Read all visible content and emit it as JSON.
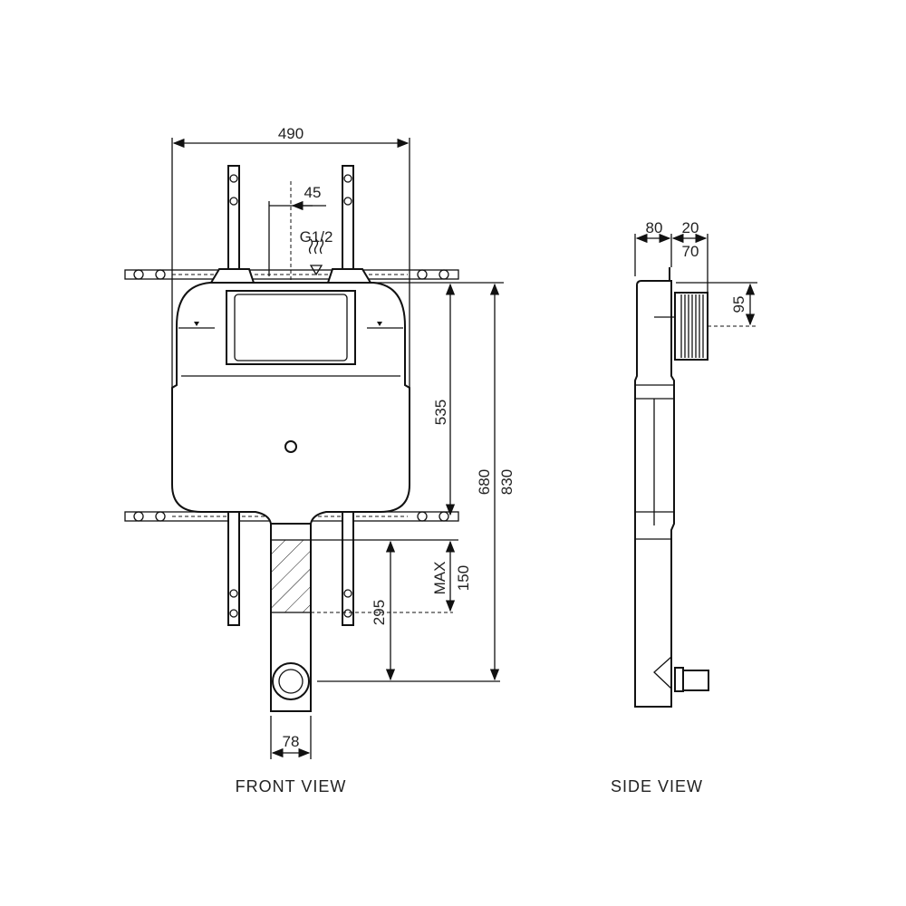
{
  "front_view": {
    "label": "FRONT VIEW",
    "dimensions": {
      "width": "490",
      "inlet_offset": "45",
      "inlet_thread": "G1/2",
      "height_535": "535",
      "height_680": "680",
      "height_830": "830",
      "max_label": "MAX",
      "max_value": "150",
      "outlet_height": "295",
      "outlet_width": "78"
    }
  },
  "side_view": {
    "label": "SIDE VIEW",
    "dimensions": {
      "depth": "80",
      "plate": "20",
      "plate_total": "70",
      "plate_offset": "95"
    }
  },
  "colors": {
    "line": "#111111",
    "background": "#ffffff"
  }
}
